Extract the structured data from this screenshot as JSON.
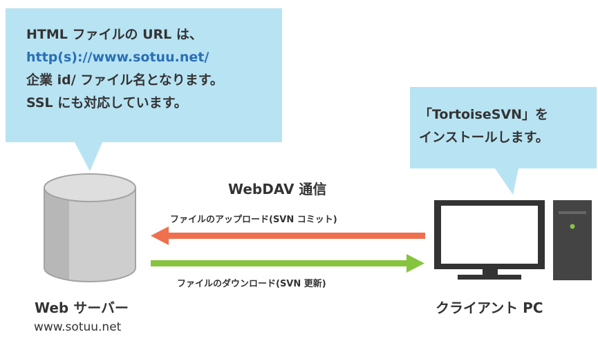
{
  "left_bubble": {
    "line1": "HTML ファイルの URL は、",
    "line2": "http(s)://www.sotuu.net/",
    "line3": "企業 id/ ファイル名となります。",
    "line4": "SSL にも対応しています。"
  },
  "right_bubble": {
    "line1": "「TortoiseSVN」を",
    "line2": "インストールします。"
  },
  "protocol": {
    "title": "WebDAV 通信",
    "upload_label": "ファイルのアップロード(SVN コミット)",
    "download_label": "ファイルのダウンロード(SVN 更新)"
  },
  "server": {
    "title": "Web サーバー",
    "host": "www.sotuu.net"
  },
  "client": {
    "title": "クライアント PC"
  },
  "colors": {
    "bubble": "#b8e3f3",
    "upload_arrow": "#ef6f4e",
    "download_arrow": "#86c440",
    "url_text": "#2a6fb6",
    "monitor": "#333333",
    "tower": "#444444",
    "power_led": "#86c440"
  },
  "icons": {
    "server": "database-cylinder-icon",
    "client": "desktop-pc-icon"
  }
}
